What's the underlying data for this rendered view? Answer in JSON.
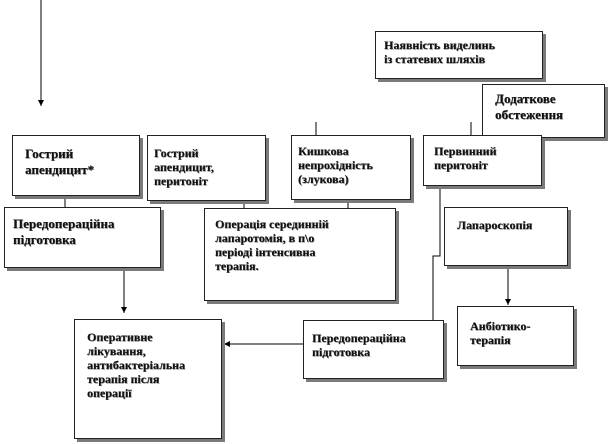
{
  "nodes": {
    "vydilennia": "Наявність виделинь\nіз статевих шляхів",
    "dodatkove": "Додаткове\nобстеження",
    "apendytsyt": "Гострий\nапендицит*",
    "apendytsyt_peritonit": "Гострий\nапендицит,\nперитоніт",
    "kyshkova": "Кишкова\nнепрохідність\n(злукова)",
    "pervynnyi": "Первинний\nперитоніт",
    "peredoperatsiina_1": "Передопераційна\nпідготовка",
    "operatsiia": "Операція серединній\nлапаротомія, в п\\о\nперіоді інтенсивна\nтерапія.",
    "laparoskopiia": "Лапароскопія",
    "antybiotyko": "Анбіотико-\nтерапія",
    "peredoperatsiina_2": "Передопераційна\nпідготовка",
    "operatyvne": "Оперативне\nлікування,\nантибактеріальна\nтерапія після\nоперації"
  },
  "colors": {
    "border": "#222222",
    "shadow": "#7a7a7a",
    "line": "#000000"
  }
}
